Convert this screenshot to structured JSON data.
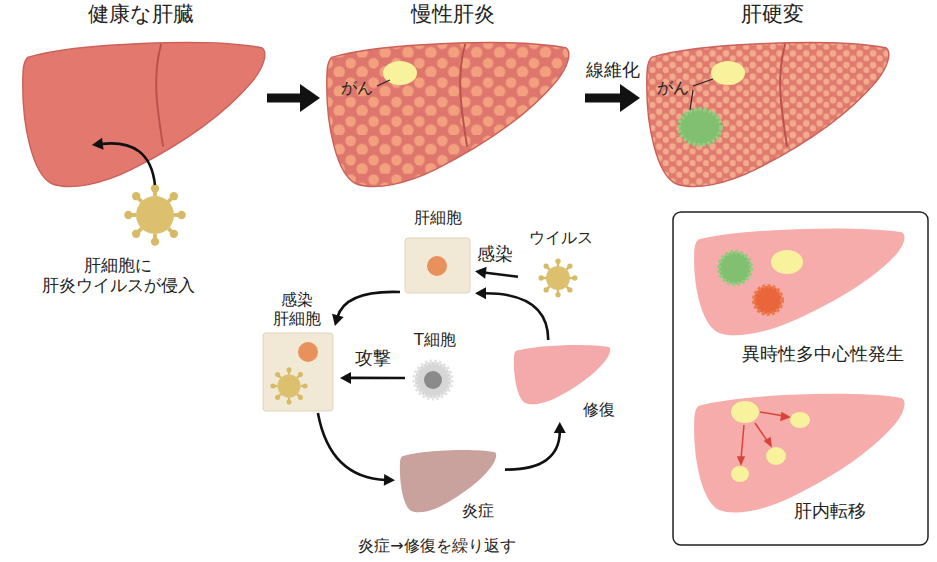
{
  "diagram": {
    "caption": "炎症→修復を繰り返す",
    "nodes": [
      {
        "text": [
          "健康な肝臓"
        ]
      },
      {
        "text": [
          "慢性肝炎",
          "がん"
        ]
      },
      {
        "text": [
          "肝硬変",
          "がん"
        ]
      },
      {
        "text": [
          "肝細胞に 肝炎ウイルスが侵入"
        ]
      },
      {
        "text": [
          "肝細胞"
        ]
      },
      {
        "text": [
          "ウイルス"
        ]
      },
      {
        "text": [
          "感染 肝細胞"
        ]
      },
      {
        "text": [
          "T細胞"
        ]
      },
      {
        "text": [
          "炎症"
        ]
      },
      {
        "text": [
          "修復"
        ]
      },
      {
        "text": [
          "異時性多中心性発生"
        ]
      },
      {
        "text": [
          "肝内転移"
        ]
      }
    ],
    "edges": [
      {
        "from": 3,
        "to": 0,
        "arrow": "to"
      },
      {
        "from": 0,
        "to": 1,
        "arrow": "to"
      },
      {
        "from": 1,
        "to": 2,
        "label": "線維化",
        "arrow": "to"
      },
      {
        "from": 5,
        "to": 4,
        "label": "感染",
        "arrow": "to"
      },
      {
        "from": 4,
        "to": 6,
        "arrow": "to"
      },
      {
        "from": 7,
        "to": 6,
        "label": "攻撃",
        "arrow": "to"
      },
      {
        "from": 6,
        "to": 8,
        "arrow": "to"
      },
      {
        "from": 8,
        "to": 9,
        "arrow": "to"
      },
      {
        "from": 9,
        "to": 4,
        "arrow": "to"
      }
    ]
  }
}
